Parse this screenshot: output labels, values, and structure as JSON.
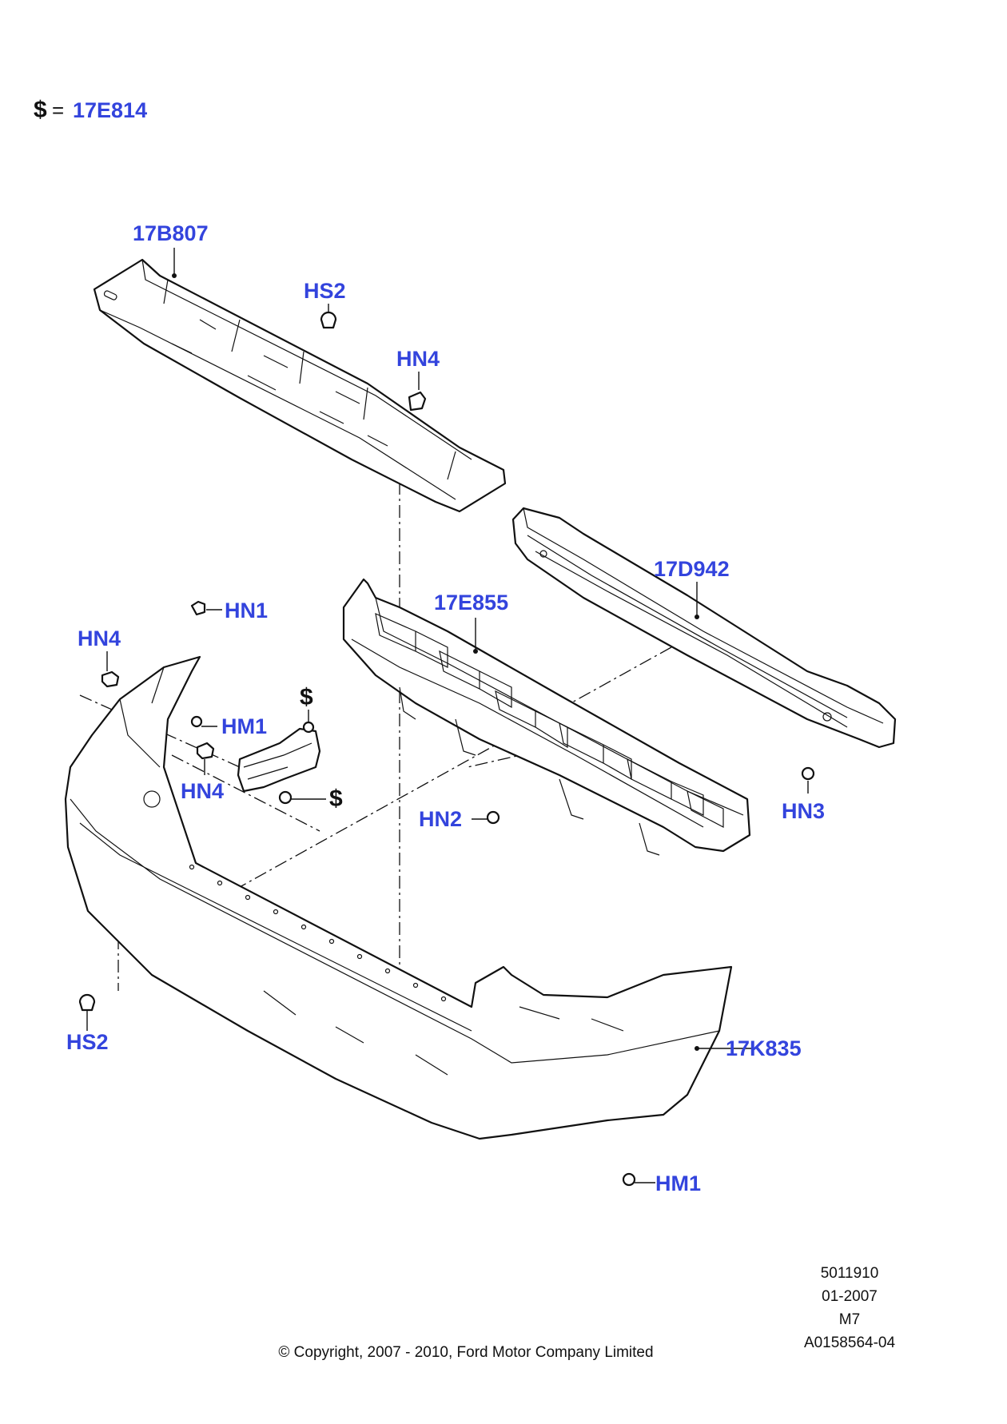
{
  "legend": {
    "symbol": "$",
    "equals": "=",
    "part": "17E814"
  },
  "labels": {
    "reinforcement": "17B807",
    "hs2_top": "HS2",
    "hn4_top": "HN4",
    "absorber": "17E855",
    "beam": "17D942",
    "hn1": "HN1",
    "hn4_left": "HN4",
    "hm1_left": "HM1",
    "hn4_mid": "HN4",
    "bracket_top_symbol": "$",
    "bracket_bottom_symbol": "$",
    "hn2": "HN2",
    "hn3": "HN3",
    "hs2_bottom": "HS2",
    "bumper_cover": "17K835",
    "hm1_bottom": "HM1"
  },
  "footer": {
    "id1": "5011910",
    "date": "01-2007",
    "code": "M7",
    "ref": "A0158564-04",
    "copyright": "© Copyright, 2007 - 2010, Ford Motor Company Limited"
  }
}
